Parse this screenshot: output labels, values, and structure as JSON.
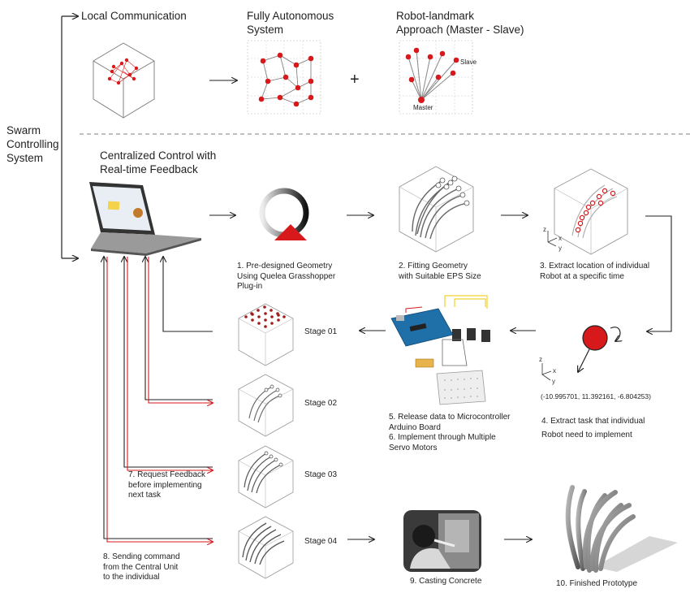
{
  "root_label": [
    "Swarm",
    "Controlling",
    "System"
  ],
  "top": {
    "local_title": "Local Communication",
    "autonomous_title": [
      "Fully Autonomous",
      "System"
    ],
    "landmark_title": [
      "Robot-landmark",
      "Approach (Master - Slave)"
    ],
    "plus": "+",
    "slave_label": "Slave",
    "master_label": "Master"
  },
  "central": {
    "title": [
      "Centralized Control with",
      "Real-time Feedback"
    ]
  },
  "steps": {
    "s1": [
      "1. Pre-designed Geometry",
      "Using Quelea Grasshopper",
      "Plug-in"
    ],
    "s2": [
      "2. Fitting Geometry",
      "with Suitable EPS Size"
    ],
    "s3": [
      "3. Extract location of individual",
      "Robot at a specific time"
    ],
    "s4": [
      "4. Extract task that individual",
      "Robot need to implement"
    ],
    "s56": [
      "5. Release data to Microcontroller",
      "Arduino Board",
      "6. Implement through Multiple",
      "Servo Motors"
    ],
    "s7": [
      "7. Request Feedback",
      "before implementing",
      "next task"
    ],
    "s8": [
      "8. Sending command",
      "from the Central Unit",
      "to the individual"
    ],
    "s9": "9. Casting Concrete",
    "s10": "10. Finished Prototype"
  },
  "coordinates": "(-10.995701, 11.392161, -6.804253)",
  "stages": [
    "Stage 01",
    "Stage 02",
    "Stage 03",
    "Stage 04"
  ],
  "axes": {
    "x": "x",
    "y": "y",
    "z": "z"
  },
  "colors": {
    "accent_red": "#d7191c",
    "line_black": "#222222",
    "arduino_blue": "#1f6fa8"
  }
}
